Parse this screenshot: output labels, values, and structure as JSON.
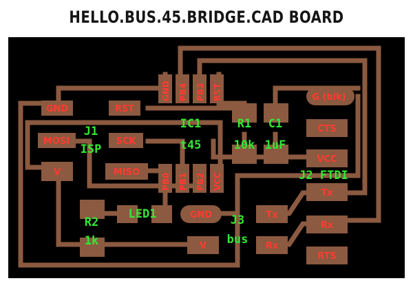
{
  "title": "HELLO.BUS.45.BRIDGE.CAD BOARD",
  "colors": {
    "board": "#000000",
    "trace": "#8b5a40",
    "pad_label": "#ff3b30",
    "component_label": "#35e635",
    "frame": "#ffffff"
  },
  "pads": {
    "gnd_j1": "GND",
    "rst_j1": "RST",
    "mosi": "MOSI",
    "sck": "SCK",
    "miso": "MISO",
    "v_j1": "V",
    "gnd_ic1": "GND",
    "pb4": "PB4",
    "pb3": "PB3",
    "rst_ic1": "RST",
    "pb0": "PB0",
    "pb1": "PB1",
    "pb2": "PB2",
    "vcc_ic1": "VCC",
    "g_blk": "G (blk)",
    "cts": "CTS",
    "vcc_j2": "VCC",
    "tx_j2": "Tx",
    "rx_j2": "Rx",
    "rts": "RTS",
    "gnd_j3": "GND",
    "tx_j3": "Tx",
    "rx_j3": "Rx",
    "v_j3": "V"
  },
  "components": {
    "j1": "J1",
    "j1_name": "ISP",
    "ic1": "IC1",
    "ic1_name": "t45",
    "r1": "R1",
    "r1_value": "10k",
    "c1": "C1",
    "c1_value": "1uF",
    "j2": "J2 FTDI",
    "led1": "LED1",
    "r2": "R2",
    "r2_value": "1k",
    "j3": "J3",
    "j3_name": "bus"
  }
}
